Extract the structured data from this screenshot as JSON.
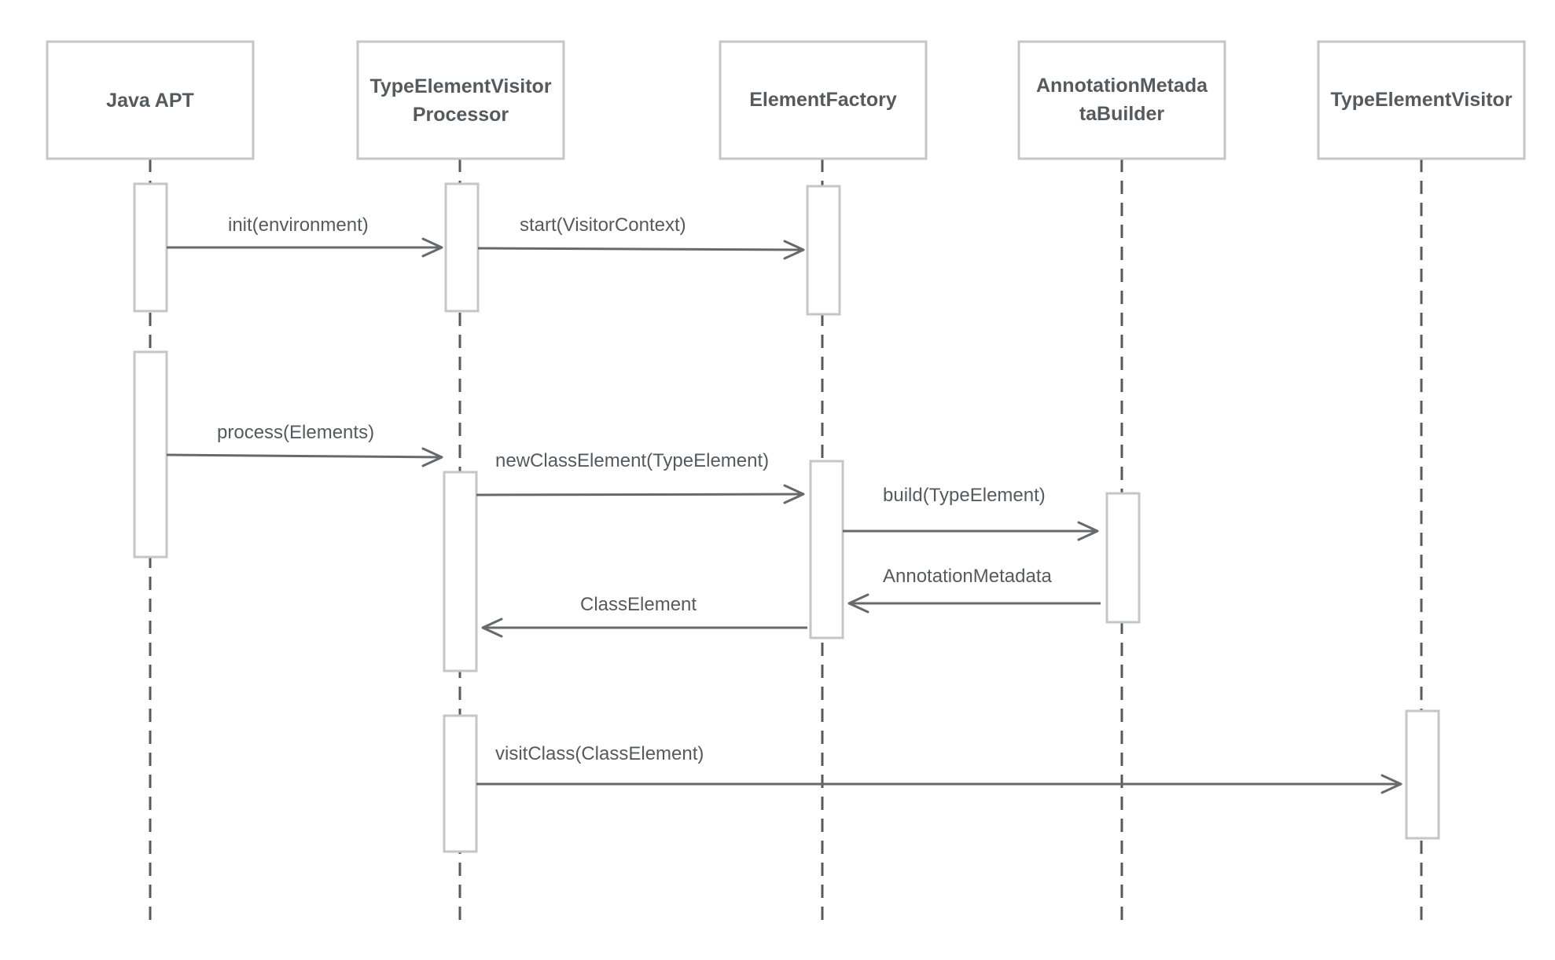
{
  "participants": [
    {
      "id": "apt",
      "lines": [
        "Java APT"
      ]
    },
    {
      "id": "processor",
      "lines": [
        "TypeElementVisitor",
        "Processor"
      ]
    },
    {
      "id": "factory",
      "lines": [
        "ElementFactory"
      ]
    },
    {
      "id": "builder",
      "lines": [
        "AnnotationMetada",
        "taBuilder"
      ]
    },
    {
      "id": "visitor",
      "lines": [
        "TypeElementVisitor"
      ]
    }
  ],
  "messages": [
    {
      "id": "init",
      "label": "init(environment)",
      "from": "apt",
      "to": "processor",
      "kind": "call"
    },
    {
      "id": "start",
      "label": "start(VisitorContext)",
      "from": "processor",
      "to": "factory",
      "kind": "call"
    },
    {
      "id": "process",
      "label": "process(Elements)",
      "from": "apt",
      "to": "processor",
      "kind": "call"
    },
    {
      "id": "new-class-element",
      "label": "newClassElement(TypeElement)",
      "from": "processor",
      "to": "factory",
      "kind": "call"
    },
    {
      "id": "build",
      "label": "build(TypeElement)",
      "from": "factory",
      "to": "builder",
      "kind": "call"
    },
    {
      "id": "annotation-metadata",
      "label": "AnnotationMetadata",
      "from": "builder",
      "to": "factory",
      "kind": "return"
    },
    {
      "id": "class-element",
      "label": "ClassElement",
      "from": "factory",
      "to": "processor",
      "kind": "return"
    },
    {
      "id": "visit-class",
      "label": "visitClass(ClassElement)",
      "from": "processor",
      "to": "visitor",
      "kind": "call"
    }
  ]
}
